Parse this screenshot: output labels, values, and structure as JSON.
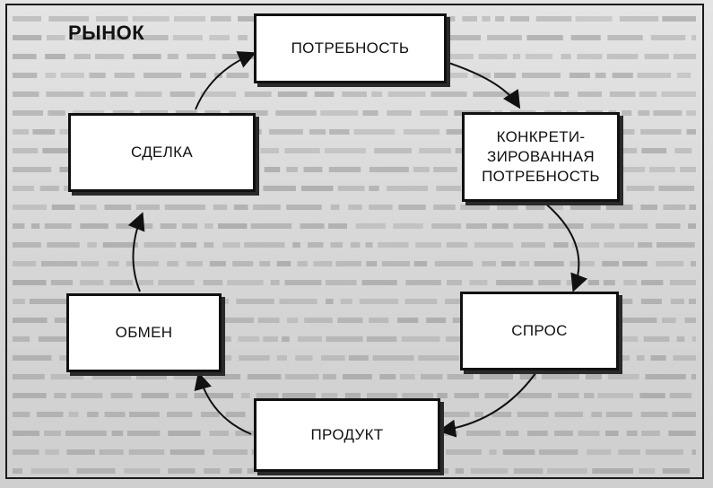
{
  "title": "РЫНОК",
  "nodes": {
    "need": "ПОТРЕБНОСТЬ",
    "concrete_need": "КОНКРЕТИ-\nЗИРОВАННАЯ\nПОТРЕБНОСТЬ",
    "demand": "СПРОС",
    "product": "ПРОДУКТ",
    "exchange": "ОБМЕН",
    "deal": "СДЕЛКА"
  }
}
